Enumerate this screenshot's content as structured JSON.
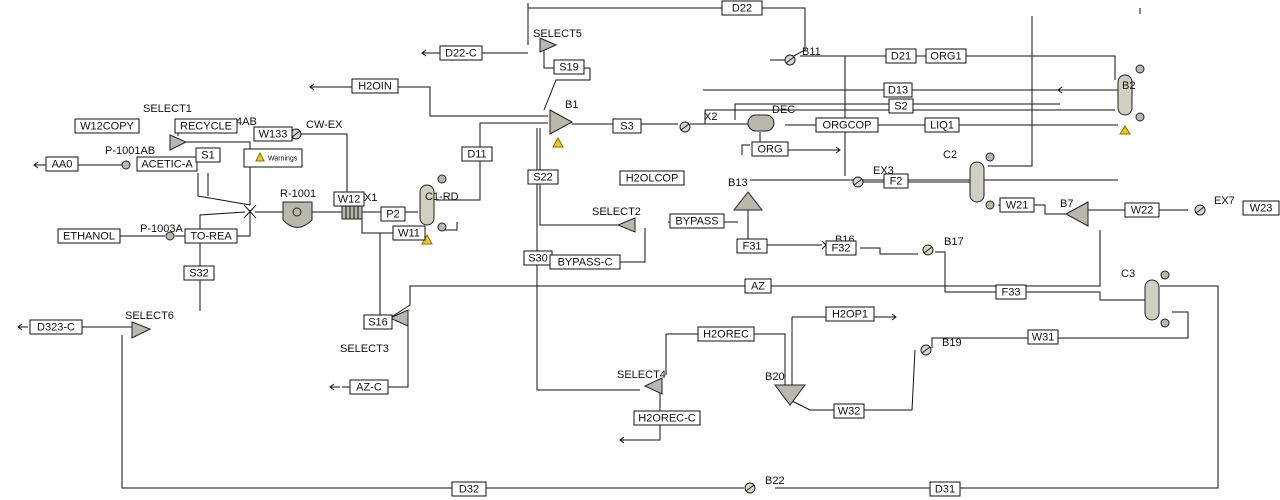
{
  "streams": [
    {
      "id": "s_aa0",
      "label": "AA0"
    },
    {
      "id": "s_acetic",
      "label": "ACETIC-A"
    },
    {
      "id": "s_recycle",
      "label": "RECYCLE"
    },
    {
      "id": "s_w12copy",
      "label": "W12COPY"
    },
    {
      "id": "s_s1",
      "label": "S1"
    },
    {
      "id": "s_ethanol",
      "label": "ETHANOL"
    },
    {
      "id": "s_torea",
      "label": "TO-REA"
    },
    {
      "id": "s_s32",
      "label": "S32"
    },
    {
      "id": "s_d323c",
      "label": "D323-C"
    },
    {
      "id": "s_w133",
      "label": "W133"
    },
    {
      "id": "s_w12",
      "label": "W12"
    },
    {
      "id": "s_p2",
      "label": "P2"
    },
    {
      "id": "s_w11",
      "label": "W11"
    },
    {
      "id": "s_s16",
      "label": "S16"
    },
    {
      "id": "s_azc",
      "label": "AZ-C"
    },
    {
      "id": "s_h2oin",
      "label": "H2OIN"
    },
    {
      "id": "s_d11",
      "label": "D11"
    },
    {
      "id": "s_d22c",
      "label": "D22-C"
    },
    {
      "id": "s_s19",
      "label": "S19"
    },
    {
      "id": "s_d22",
      "label": "D22"
    },
    {
      "id": "s_s22",
      "label": "S22"
    },
    {
      "id": "s_s30",
      "label": "S30"
    },
    {
      "id": "s_s3",
      "label": "S3"
    },
    {
      "id": "s_d21",
      "label": "D21"
    },
    {
      "id": "s_org1",
      "label": "ORG1"
    },
    {
      "id": "s_d13",
      "label": "D13"
    },
    {
      "id": "s_s2",
      "label": "S2"
    },
    {
      "id": "s_orgcop",
      "label": "ORGCOP"
    },
    {
      "id": "s_liq1",
      "label": "LIQ1"
    },
    {
      "id": "s_org",
      "label": "ORG"
    },
    {
      "id": "s_h2olcop",
      "label": "H2OLCOP"
    },
    {
      "id": "s_bypass",
      "label": "BYPASS"
    },
    {
      "id": "s_bypassc",
      "label": "BYPASS-C"
    },
    {
      "id": "s_f2",
      "label": "F2"
    },
    {
      "id": "s_w21",
      "label": "W21"
    },
    {
      "id": "s_w22",
      "label": "W22"
    },
    {
      "id": "s_w23",
      "label": "W23"
    },
    {
      "id": "s_f31",
      "label": "F31"
    },
    {
      "id": "s_f32",
      "label": "F32"
    },
    {
      "id": "s_az",
      "label": "AZ"
    },
    {
      "id": "s_f33",
      "label": "F33"
    },
    {
      "id": "s_h2orec",
      "label": "H2OREC"
    },
    {
      "id": "s_h2op1",
      "label": "H2OP1"
    },
    {
      "id": "s_w31",
      "label": "W31"
    },
    {
      "id": "s_w32",
      "label": "W32"
    },
    {
      "id": "s_h2orecc",
      "label": "H2OREC-C"
    },
    {
      "id": "s_d32",
      "label": "D32"
    },
    {
      "id": "s_d31",
      "label": "D31"
    }
  ],
  "blocks": [
    {
      "id": "b_select1",
      "label": "SELECT1"
    },
    {
      "id": "b_4ab",
      "label": "4AB"
    },
    {
      "id": "b_p1001ab",
      "label": "P-1001AB"
    },
    {
      "id": "b_p1003a",
      "label": "P-1003A"
    },
    {
      "id": "b_select6",
      "label": "SELECT6"
    },
    {
      "id": "b_cwex",
      "label": "CW-EX"
    },
    {
      "id": "b_r1001",
      "label": "R-1001"
    },
    {
      "id": "b_x1",
      "label": "X1"
    },
    {
      "id": "b_c1rd",
      "label": "C1-RD"
    },
    {
      "id": "b_select3",
      "label": "SELECT3"
    },
    {
      "id": "b_select5",
      "label": "SELECT5"
    },
    {
      "id": "b_b1",
      "label": "B1"
    },
    {
      "id": "b_x2",
      "label": "X2"
    },
    {
      "id": "b_dec",
      "label": "DEC"
    },
    {
      "id": "b_b2",
      "label": "B2"
    },
    {
      "id": "b_b13",
      "label": "B13"
    },
    {
      "id": "b_select2",
      "label": "SELECT2"
    },
    {
      "id": "b_ex3",
      "label": "EX3"
    },
    {
      "id": "b_c2",
      "label": "C2"
    },
    {
      "id": "b_b7",
      "label": "B7"
    },
    {
      "id": "b_ex7",
      "label": "EX7"
    },
    {
      "id": "b_b16",
      "label": "B16"
    },
    {
      "id": "b_b17",
      "label": "B17"
    },
    {
      "id": "b_c3",
      "label": "C3"
    },
    {
      "id": "b_b19",
      "label": "B19"
    },
    {
      "id": "b_b20",
      "label": "B20"
    },
    {
      "id": "b_select4",
      "label": "SELECT4"
    },
    {
      "id": "b_b22",
      "label": "B22"
    },
    {
      "id": "b_b11",
      "label": "B11"
    }
  ],
  "warnings_box": {
    "label": "Warnings"
  }
}
